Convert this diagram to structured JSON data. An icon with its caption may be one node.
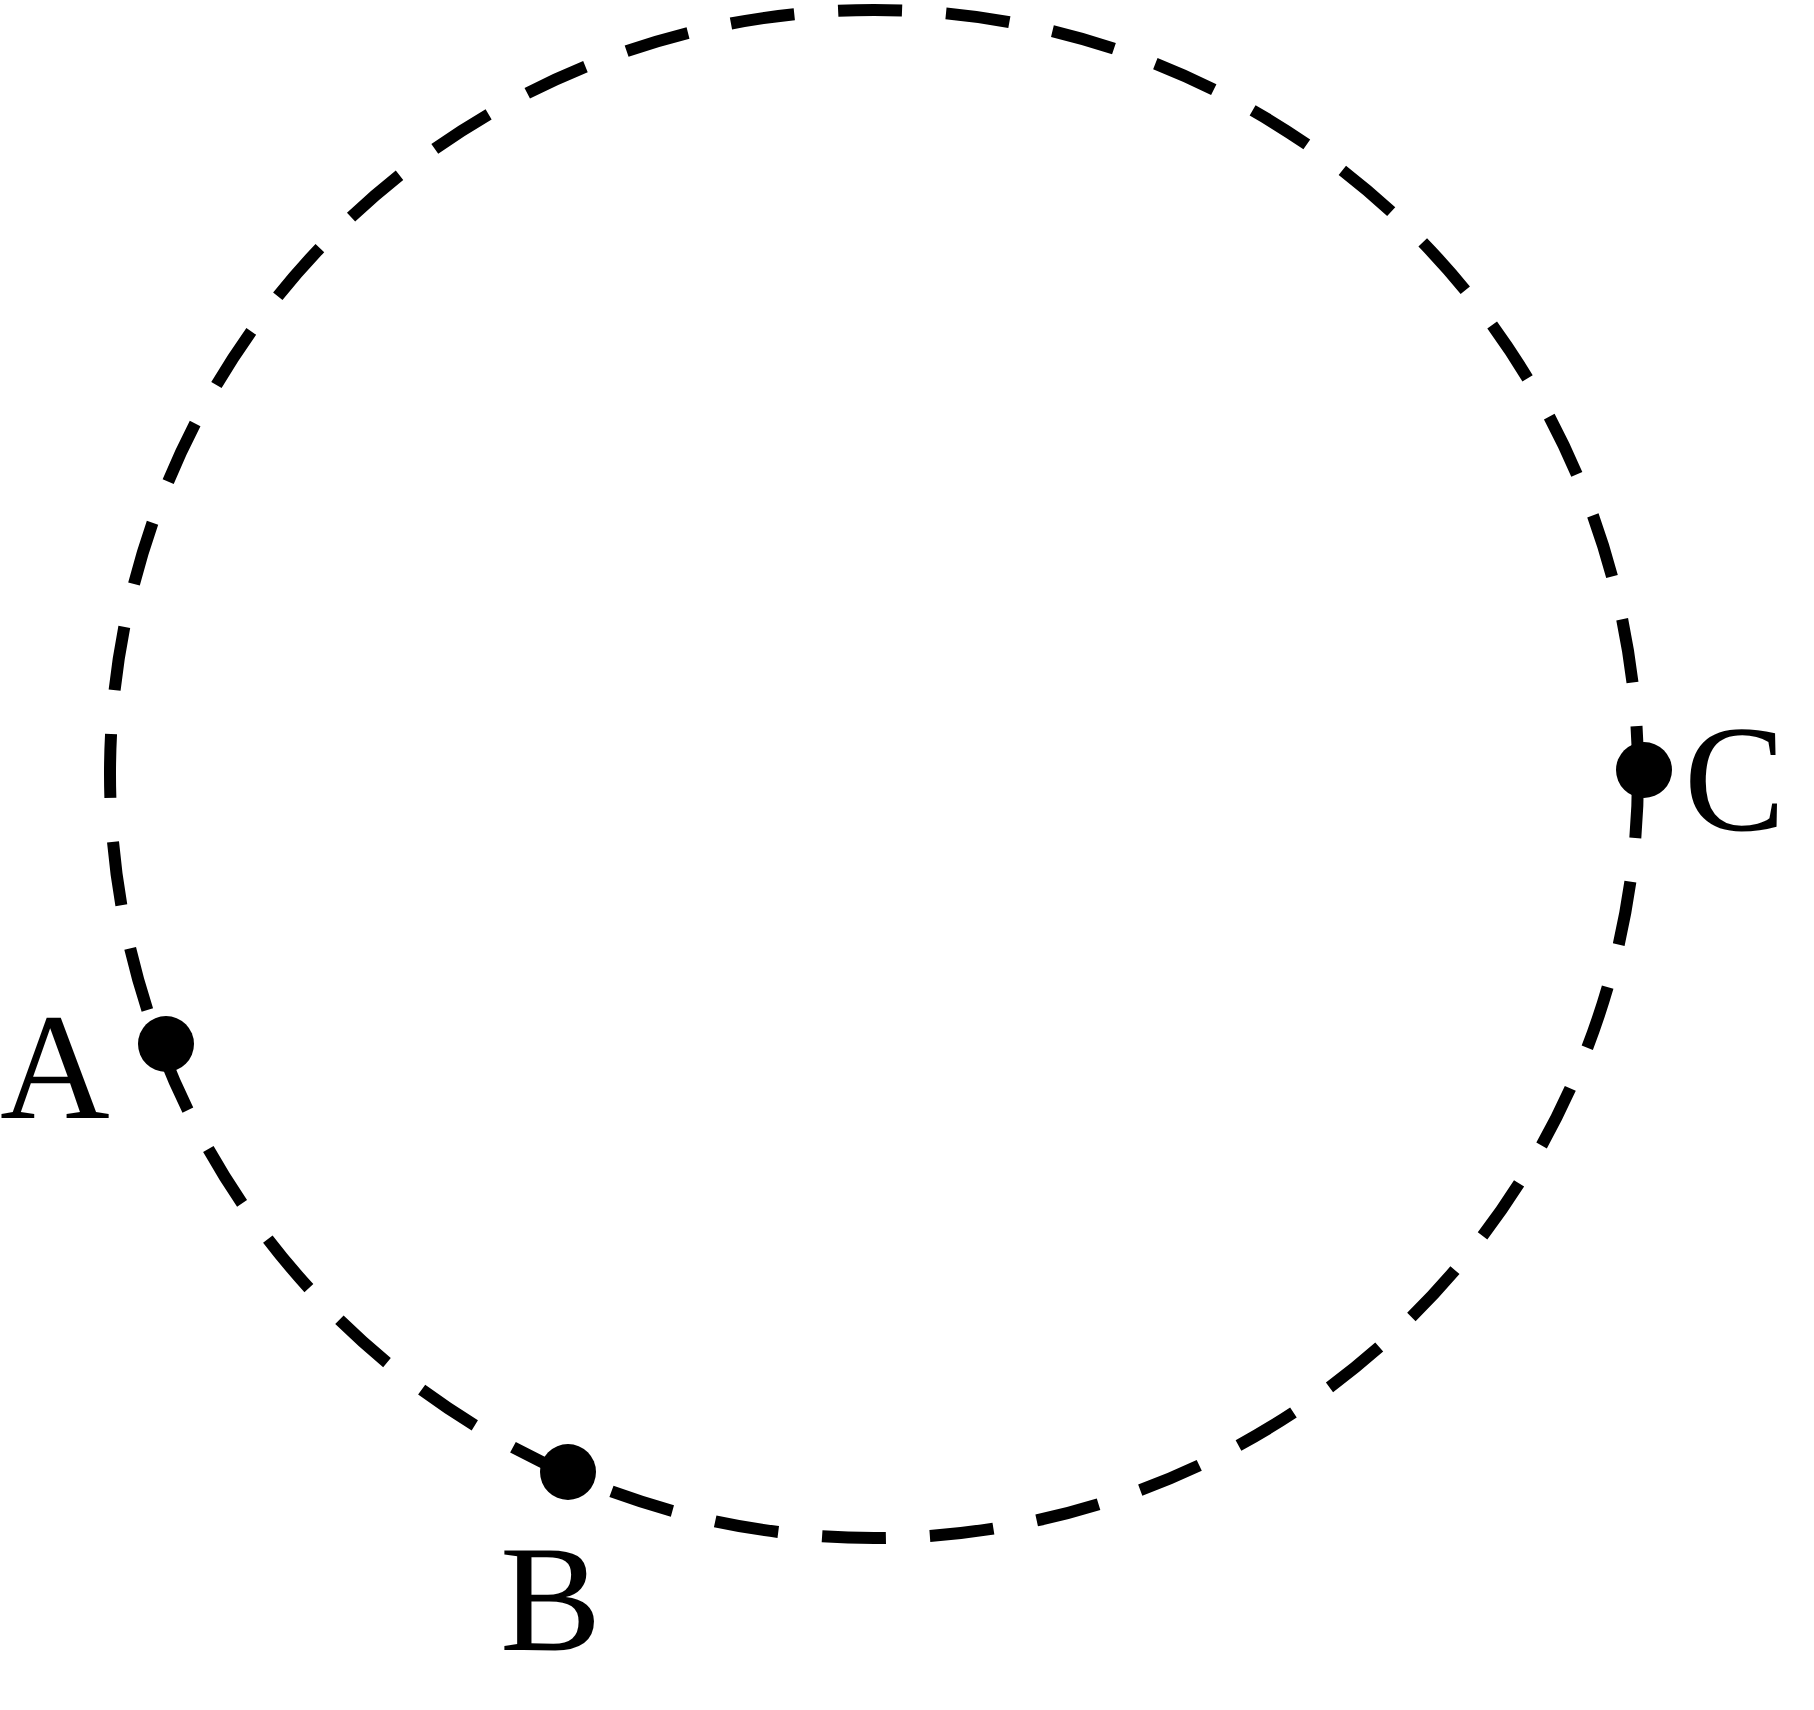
{
  "diagram": {
    "labels": [
      "A",
      "B",
      "C"
    ]
  }
}
